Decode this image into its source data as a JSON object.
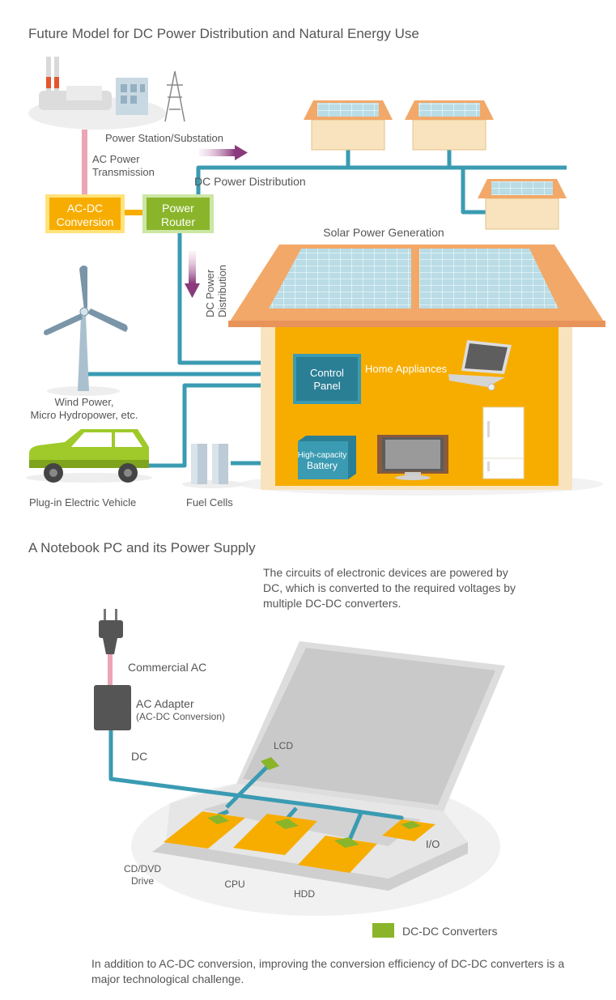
{
  "section1": {
    "title": "Future Model for DC Power Distribution and Natural Energy Use",
    "power_station": "Power Station/Substation",
    "ac_transmission_line1": "AC Power",
    "ac_transmission_line2": "Transmission",
    "dc_distribution": "DC Power Distribution",
    "acdc_line1": "AC-DC",
    "acdc_line2": "Conversion",
    "router_line1": "Power",
    "router_line2": "Router",
    "dc_vertical_line1": "DC Power",
    "dc_vertical_line2": "Distribution",
    "solar": "Solar Power Generation",
    "control_line1": "Control",
    "control_line2": "Panel",
    "home_appliances": "Home Appliances",
    "battery_line1": "High-capacity",
    "battery_line2": "Battery",
    "wind_line1": "Wind Power,",
    "wind_line2": "Micro Hydropower, etc.",
    "ev": "Plug-in Electric Vehicle",
    "fuel_cells": "Fuel Cells"
  },
  "section2": {
    "title": "A Notebook PC and its Power Supply",
    "intro": "The circuits of electronic devices are powered by DC, which is converted to the required voltages by multiple DC-DC converters.",
    "commercial_ac": "Commercial AC",
    "adapter_line1": "AC Adapter",
    "adapter_line2": "(AC-DC Conversion)",
    "dc": "DC",
    "lcd": "LCD",
    "io": "I/O",
    "cd_line1": "CD/DVD",
    "cd_line2": "Drive",
    "cpu": "CPU",
    "hdd": "HDD",
    "legend": "DC-DC Converters",
    "footer": "In addition to AC-DC conversion, improving the conversion efficiency of DC-DC converters is a major technological challenge."
  },
  "colors": {
    "line": "#3a9bb2",
    "ac_line": "#eba5b5",
    "orange": "#f7ad00",
    "green": "#8ab52a",
    "roof": "#f2a868",
    "purple": "#8a3a7c"
  }
}
